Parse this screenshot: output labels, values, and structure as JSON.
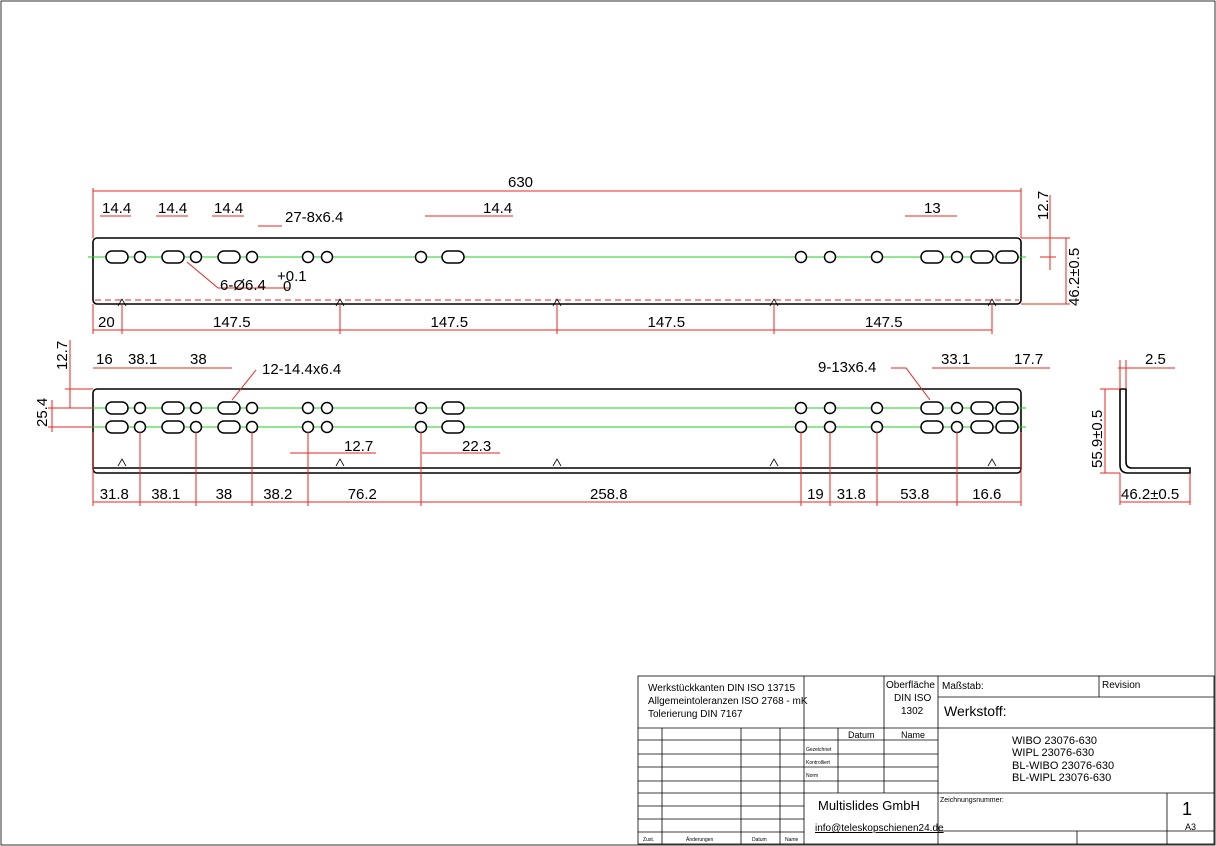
{
  "dimensions": {
    "top_view": {
      "overall_length": "630",
      "slot_width_a": "14.4",
      "slot_width_b": "14.4",
      "slot_width_c": "14.4",
      "slot_width_mid": "14.4",
      "slot_width_right": "13",
      "slot_callout": "27-8x6.4",
      "hole_callout": "6-Ø6.4",
      "hole_tol_upper": "+0.1",
      "hole_tol_lower": "0",
      "edge_offset": "12.7",
      "height": "46.2±0.5",
      "pitch_start": "20",
      "pitch": [
        "147.5",
        "147.5",
        "147.5",
        "147.5"
      ]
    },
    "side_view": {
      "vertical_offset": "12.7",
      "row_spacing": "25.4",
      "top_dims": [
        "16",
        "38.1",
        "38"
      ],
      "slot_callout_left": "12-14.4x6.4",
      "slot_callout_right": "9-13x6.4",
      "top_dims_right": [
        "33.1",
        "17.7"
      ],
      "inner_dims": [
        "12.7",
        "22.3"
      ],
      "bottom_dims": [
        "31.8",
        "38.1",
        "38",
        "38.2",
        "76.2",
        "258.8",
        "19",
        "31.8",
        "53.8",
        "16.6"
      ]
    },
    "profile": {
      "thickness": "2.5",
      "height": "55.9±0.5",
      "width": "46.2±0.5"
    }
  },
  "title_block": {
    "notes": [
      "Werkstückkanten DIN ISO 13715",
      "Allgemeintoleranzen ISO 2768 - mK",
      "Tolerierung DIN 7167"
    ],
    "surface_label": "Oberfläche",
    "surface_std": "DIN ISO",
    "surface_num": "1302",
    "scale_label": "Maßstab:",
    "revision_label": "Revision",
    "material_label": "Werkstoff:",
    "col_datum": "Datum",
    "col_name": "Name",
    "row_labels": [
      "Gezeichnet",
      "Kontrolliert",
      "Norm"
    ],
    "part_numbers": [
      "WIBO 23076-630",
      "WIPL 23076-630",
      "BL-WIBO 23076-630",
      "BL-WIPL 23076-630"
    ],
    "company": "Multislides GmbH",
    "email": "info@teleskopschienen24.de",
    "drawing_number_label": "Zeichnungsnummer:",
    "sheet_number": "1",
    "sheet_size": "A3",
    "footer": [
      "Zust.",
      "Änderungen",
      "Datum",
      "Name"
    ]
  }
}
